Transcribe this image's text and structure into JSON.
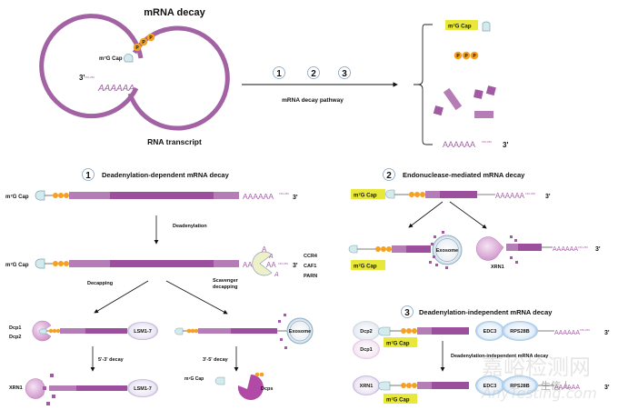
{
  "colors": {
    "mrna_light": "#b57db5",
    "mrna_dark": "#9c4f9c",
    "phosphate": "#f4a020",
    "cap_fill": "#d3ebee",
    "cap_highlight": "#e8e83a",
    "exosome_fill": "#eaf2f5",
    "enzyme_pink": "#d9a9d6",
    "enzyme_pale": "#eef0c8",
    "blue_protein": "#7fb3e0",
    "dcps": "#b04aa6"
  },
  "overview": {
    "title": "mRNA decay",
    "cap_label": "m⁷G Cap",
    "three_prime": "3'",
    "poly_a": "AAAAAA",
    "poly_a_length": "150-250",
    "phosphate": "P",
    "transcript_label": "RNA transcript",
    "pathway_numbers": [
      "1",
      "2",
      "3"
    ],
    "pathway_label": "mRNA decay pathway",
    "products": {
      "cap_label": "m⁷G Cap",
      "poly_a": "AAAAAA",
      "poly_a_length": "150-250",
      "three_prime": "3'"
    }
  },
  "panel1": {
    "number": "1",
    "title": "Deadenylation-dependent mRNA decay",
    "cap_label": "m⁷G Cap",
    "poly_a": "AAAAAA",
    "poly_a_length": "150-250",
    "three_prime": "3'",
    "step_deadenylation": "Deadenylation",
    "deadenylases": [
      "CCR4",
      "CAF1",
      "PARN"
    ],
    "scattered_a": "A",
    "remaining_a": "AA",
    "step_decapping": "Decapping",
    "step_scavenger": [
      "Scavenger",
      "decapping"
    ],
    "decapping_enzymes": [
      "Dcp1",
      "Dcp2"
    ],
    "lsm": "LSM1-7",
    "step_5_3": "5'-3' decay",
    "step_3_5": "3'-5' decay",
    "xrn1": "XRN1",
    "exosome": "Exosome",
    "dcps": "Dcps",
    "released_cap": "m⁷G Cap"
  },
  "panel2": {
    "number": "2",
    "title": "Endonuclease-mediated mRNA decay",
    "cap_label": "m⁷G Cap",
    "poly_a": "AAAAAA",
    "poly_a_length": "150-250",
    "three_prime": "3'",
    "exosome": "Exosome",
    "xrn1": "XRN1"
  },
  "panel3": {
    "number": "3",
    "title": "Deadenylation-independent mRNA decay",
    "cap_label": "m⁷G Cap",
    "dcp2": "Dcp2",
    "dcp1": "Dcp1",
    "xrn1": "XRN1",
    "edc3": "EDC3",
    "rps28b": "RPS28B",
    "poly_a": "AAAAAA",
    "poly_a_length": "150-250",
    "three_prime": "3'",
    "step": "Deadenylation-independent mRNA decay"
  },
  "watermark": {
    "main": "嘉峪检测网",
    "sub": "AnyTesting.com",
    "badge": "生信人"
  }
}
